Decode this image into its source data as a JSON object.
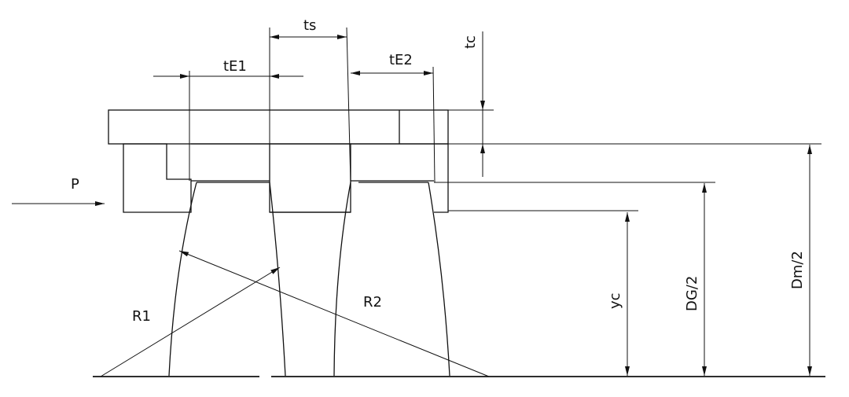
{
  "labels": {
    "p": "P",
    "te1": "tE1",
    "ts": "ts",
    "te2": "tE2",
    "tc": "tc",
    "r1": "R1",
    "r2": "R2",
    "yc": "yc",
    "dg2": "DG/2",
    "dm2": "Dm/2"
  }
}
